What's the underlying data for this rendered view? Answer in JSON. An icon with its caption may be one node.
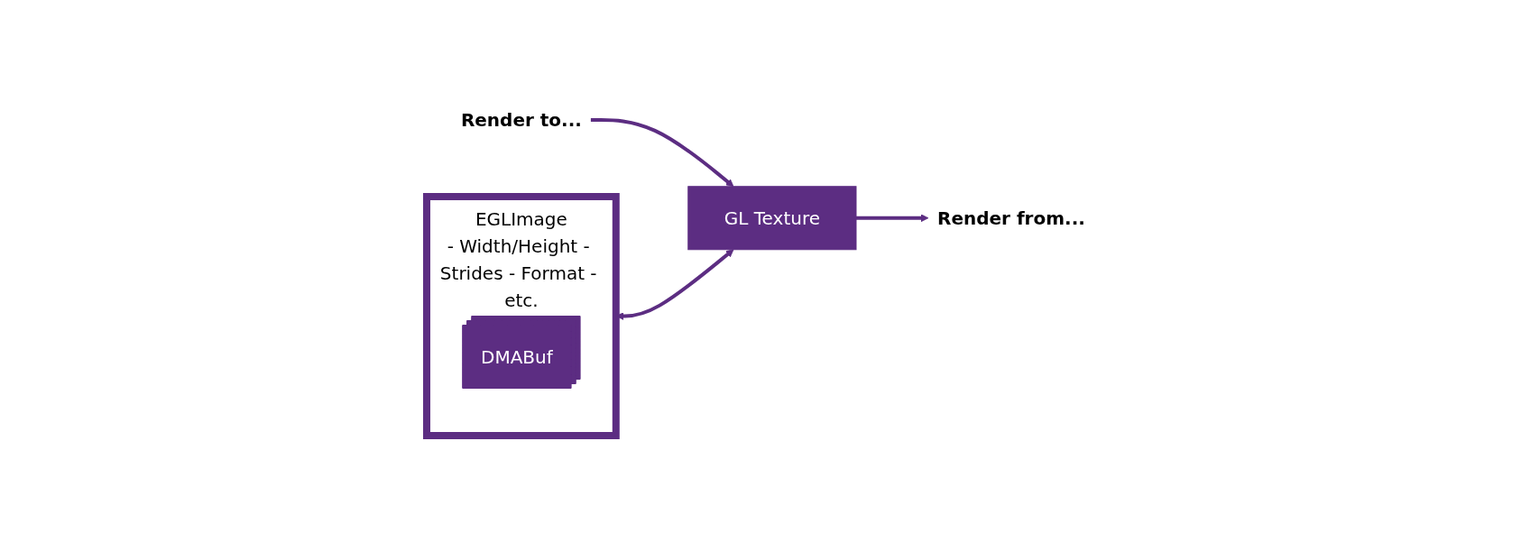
{
  "diagram": {
    "nodes": [
      {
        "text": [
          "EGLImage",
          "- Width/Height - Strides - Format - etc."
        ]
      },
      {
        "text": [
          "DMABuf"
        ],
        "in": 0
      },
      {
        "text": [
          "GL Texture"
        ]
      },
      {
        "text": [
          "Render to..."
        ]
      },
      {
        "text": [
          "Render from..."
        ]
      }
    ],
    "edges": [
      {
        "from": 0,
        "to": 2,
        "arrow": "both"
      },
      {
        "from": 3,
        "to": 2,
        "arrow": "to"
      },
      {
        "from": 2,
        "to": 4,
        "arrow": "to"
      }
    ]
  }
}
